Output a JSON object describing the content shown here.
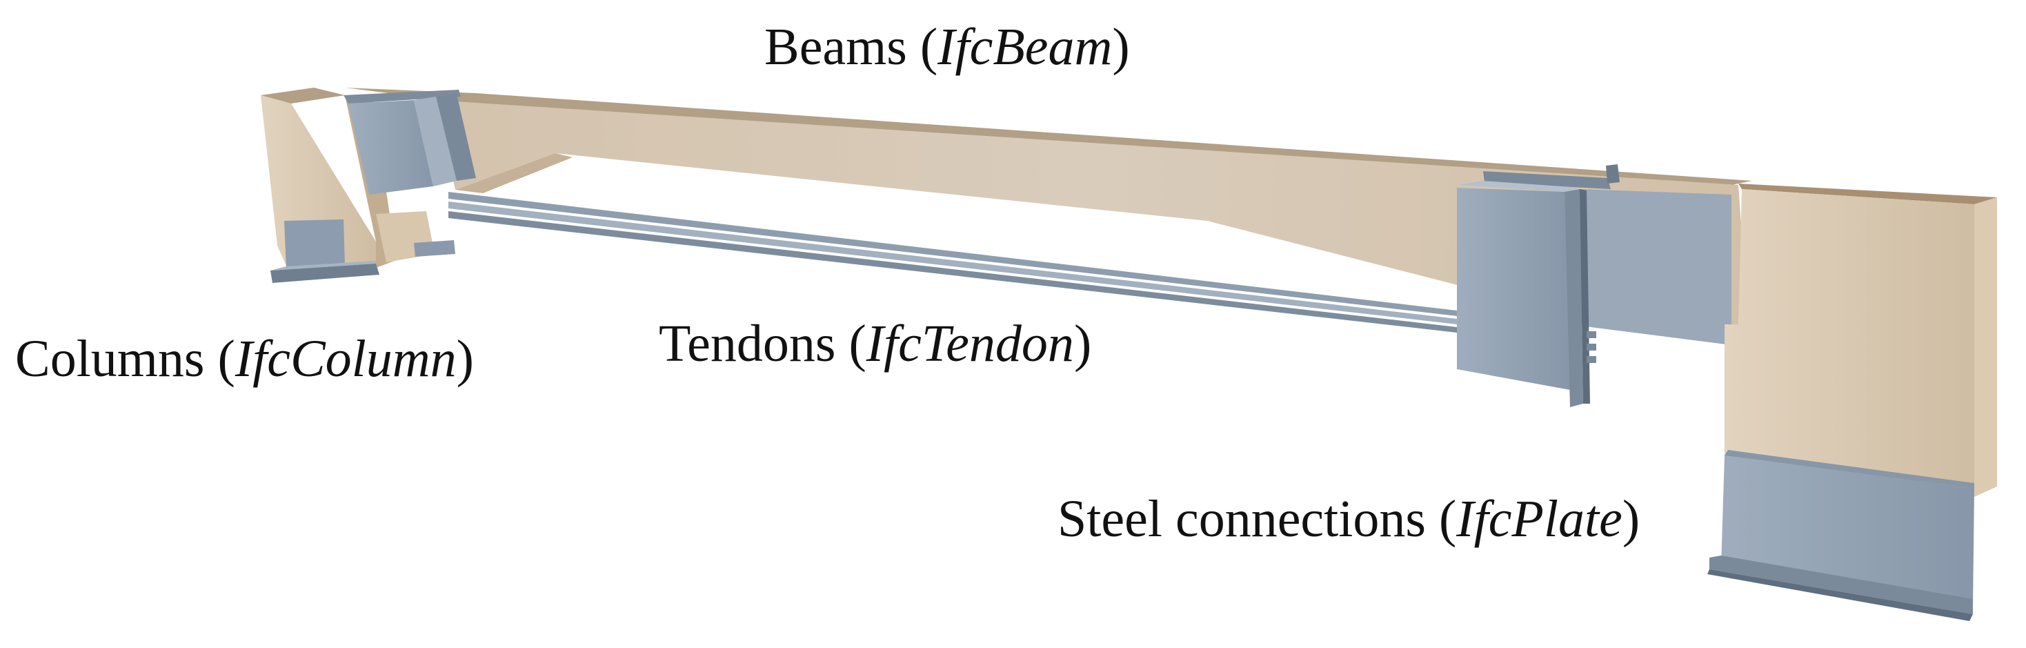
{
  "labels": {
    "beams": {
      "name": "Beams",
      "ifc": "IfcBeam"
    },
    "tendons": {
      "name": "Tendons",
      "ifc": "IfcTendon"
    },
    "columns": {
      "name": "Columns",
      "ifc": "IfcColumn"
    },
    "plates": {
      "name": "Steel connections",
      "ifc": "IfcPlate"
    }
  },
  "colors": {
    "timber_top": "#b09f86",
    "timber_front": "#d6c6b2",
    "timber_side": "#c9b59b",
    "steel_light": "#a9b6c4",
    "steel_mid": "#95a4b4",
    "steel_dark": "#6f7e8e",
    "tendon": "#8d9cad"
  }
}
